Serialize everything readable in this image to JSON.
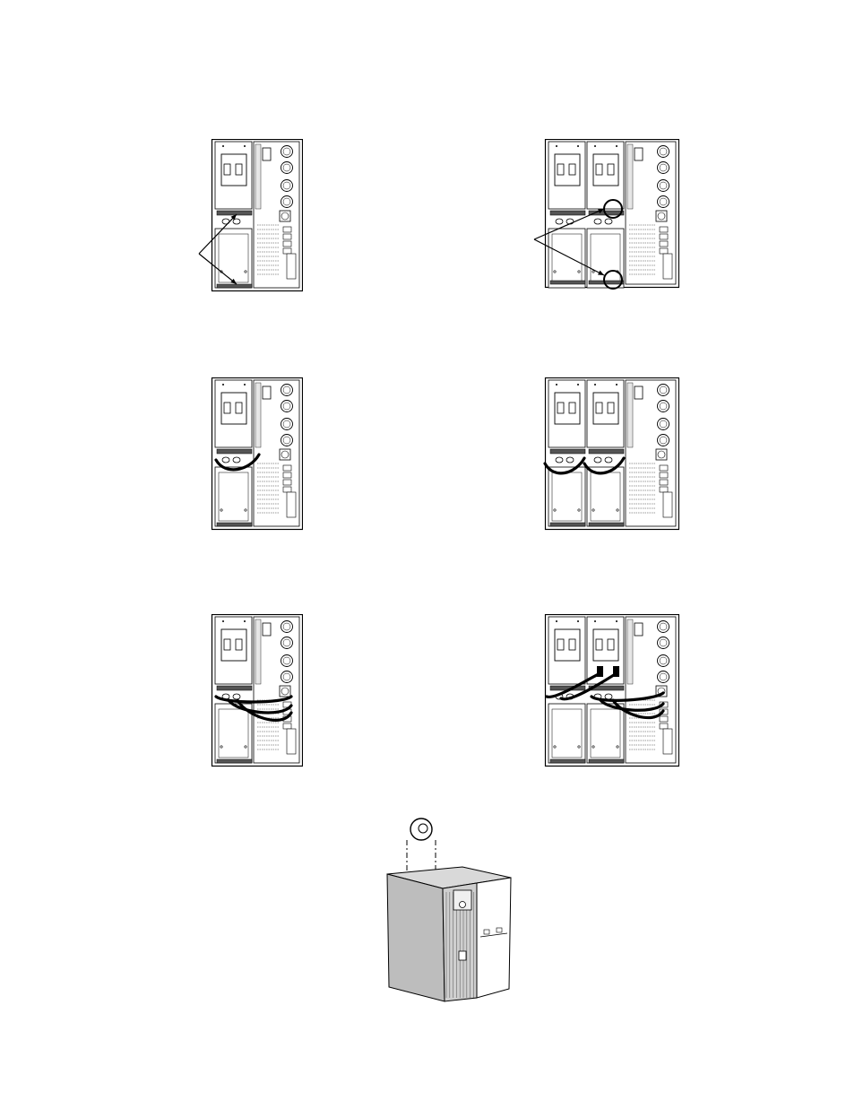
{
  "page": {
    "background": "#ffffff",
    "line_color": "#000000",
    "panel_gray": "#e6e6e6",
    "dark_gray": "#555555"
  },
  "figures": [
    {
      "name": "figure-single-bracket-arrows",
      "variant": "single",
      "overlay": "arrows"
    },
    {
      "name": "figure-double-bracket-circles",
      "variant": "double",
      "overlay": "arrows-circles"
    },
    {
      "name": "figure-single-cable-loop",
      "variant": "single",
      "overlay": "cable-loop"
    },
    {
      "name": "figure-double-cable-loop",
      "variant": "double",
      "overlay": "cable-loop"
    },
    {
      "name": "figure-single-cables-connected",
      "variant": "single",
      "overlay": "cables-connected"
    },
    {
      "name": "figure-double-cables-connected",
      "variant": "double",
      "overlay": "cables-connected"
    },
    {
      "name": "figure-ups-tower-isometric",
      "variant": "tower",
      "overlay": "screw"
    }
  ]
}
